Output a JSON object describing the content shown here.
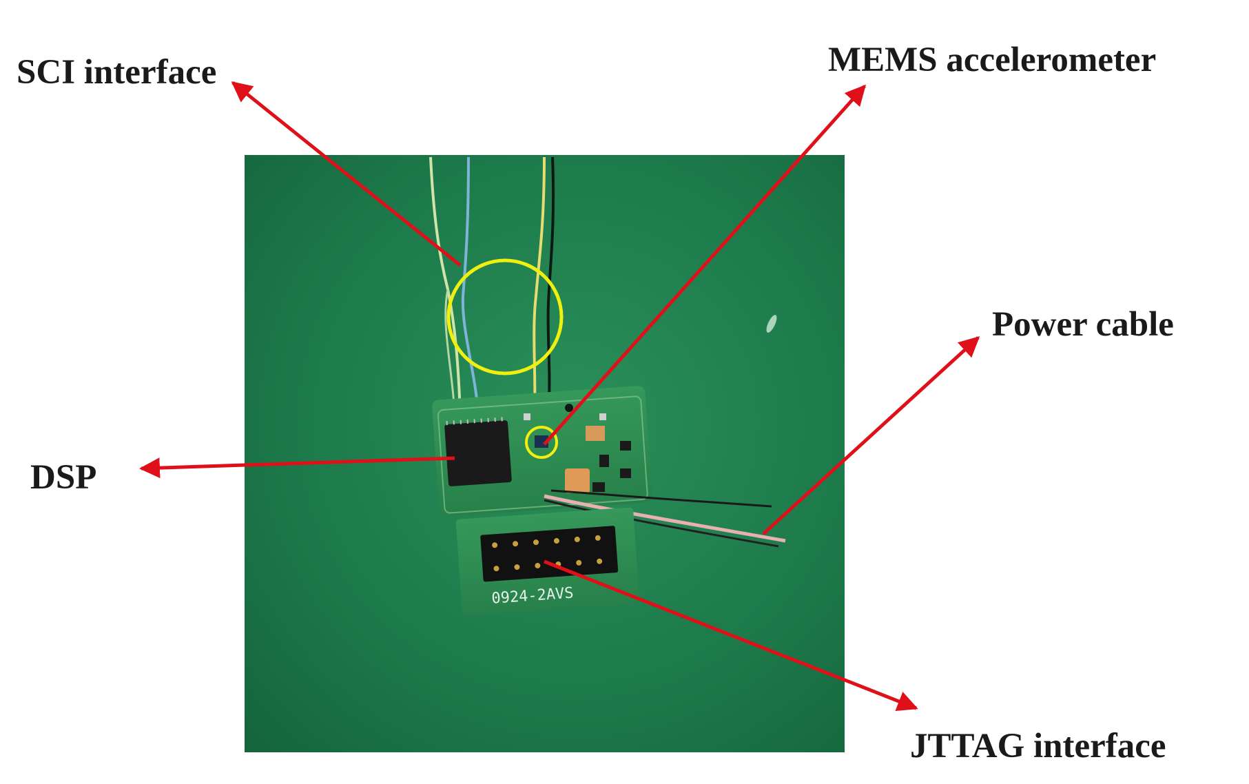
{
  "labels": {
    "sci": "SCI interface",
    "mems": "MEMS accelerometer",
    "power": "Power cable",
    "dsp": "DSP",
    "jtag": "JTTAG interface"
  },
  "board_silkscreen": "0924-2AVS",
  "colors": {
    "arrow": "#e0101a",
    "highlight_circle": "#f0f010",
    "mat_green": "#1f7a4c",
    "pcb_green": "#2f8c4a",
    "label_text": "#1a1a1a"
  }
}
